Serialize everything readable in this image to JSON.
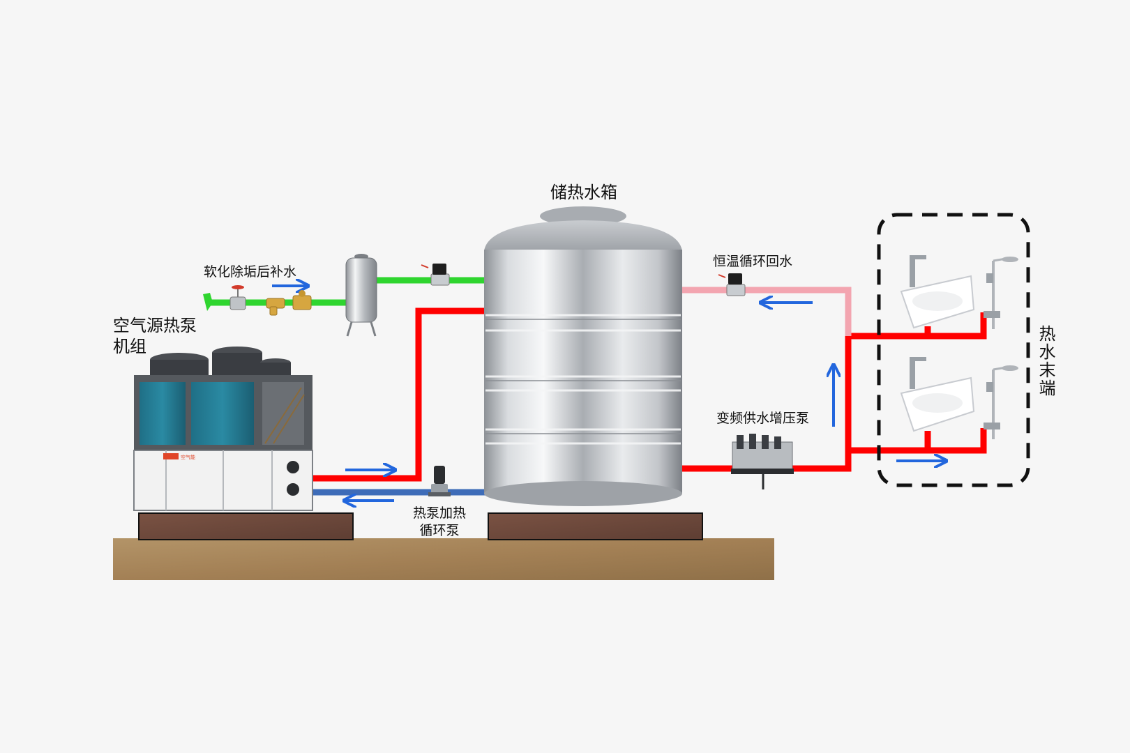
{
  "labels": {
    "tank": "储热水箱",
    "makeup_water": "软化除垢后补水",
    "heat_pump_unit": "空气源热泵\n机组",
    "recirc_return": "恒温循环回水",
    "booster_pump": "变频供水增压泵",
    "heating_circ_pump": "热泵加热\n循环泵",
    "terminal": "热水末端"
  },
  "heat_pump_brand": "空气能",
  "colors": {
    "hot_pipe": "#ff0000",
    "cold_pipe": "#3e6cb8",
    "makeup_pipe": "#2fd52f",
    "return_pipe": "#f3a5b0",
    "flow_arrow": "#2266dd",
    "ground": "#a8865a",
    "pedestal": "#6e4a3a"
  },
  "icons": [
    "heat-pump-unit",
    "storage-tank",
    "filter-vessel",
    "solenoid-valve",
    "gate-valve",
    "y-strainer",
    "check-valve",
    "vertical-pump",
    "booster-pump-set",
    "wash-basin",
    "shower-set"
  ]
}
